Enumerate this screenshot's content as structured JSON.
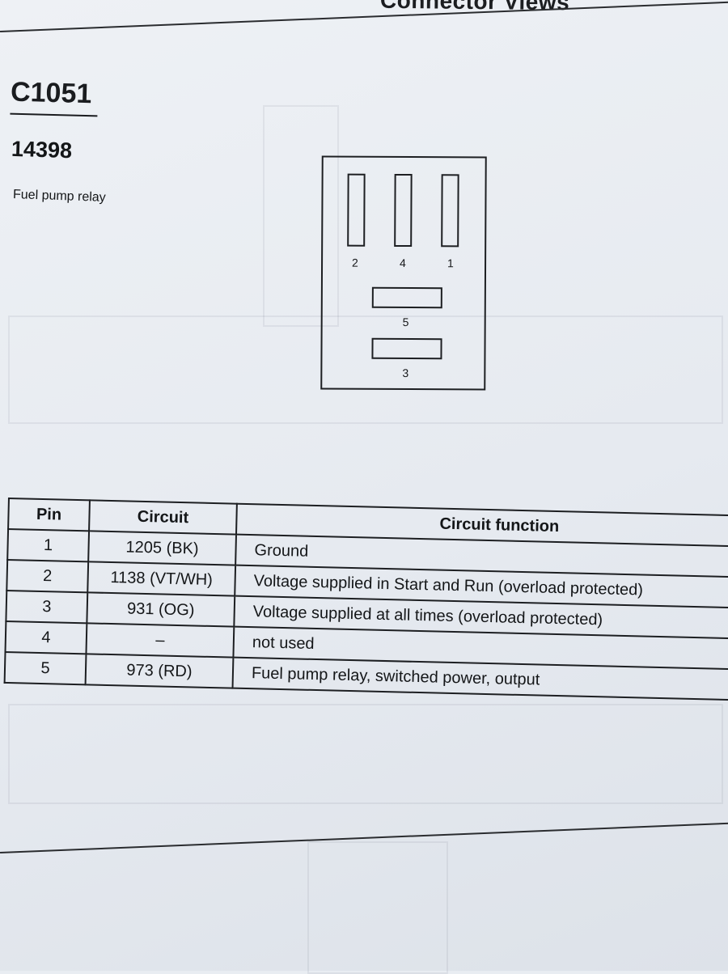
{
  "page": {
    "header": "Connector Views"
  },
  "connector": {
    "id": "C1051",
    "part_number": "14398",
    "description": "Fuel pump relay"
  },
  "diagram": {
    "pin_labels": {
      "p2": "2",
      "p4": "4",
      "p1": "1",
      "p5": "5",
      "p3": "3"
    }
  },
  "pin_table": {
    "headers": {
      "pin": "Pin",
      "circuit": "Circuit",
      "function": "Circuit function"
    },
    "rows": [
      {
        "pin": "1",
        "circuit": "1205 (BK)",
        "function": "Ground"
      },
      {
        "pin": "2",
        "circuit": "1138 (VT/WH)",
        "function": "Voltage supplied in Start and Run (overload protected)"
      },
      {
        "pin": "3",
        "circuit": "931 (OG)",
        "function": "Voltage supplied at all times (overload protected)"
      },
      {
        "pin": "4",
        "circuit": "–",
        "function": "not used"
      },
      {
        "pin": "5",
        "circuit": "973 (RD)",
        "function": "Fuel pump relay, switched power, output"
      }
    ]
  }
}
